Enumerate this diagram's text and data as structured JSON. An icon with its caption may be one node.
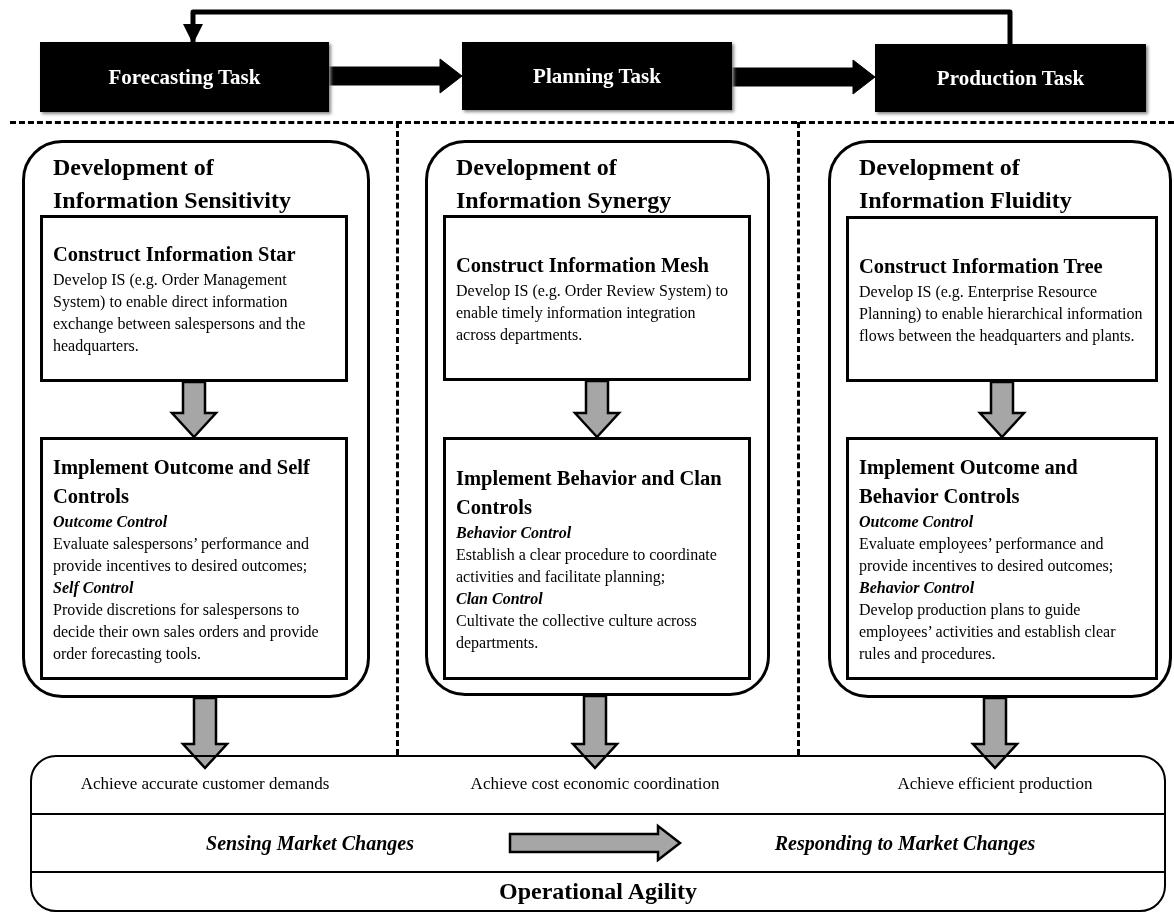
{
  "diagram": {
    "nodes": [
      {
        "text": [
          "Forecasting Task"
        ]
      },
      {
        "text": [
          "Planning Task"
        ]
      },
      {
        "text": [
          "Production Task"
        ]
      },
      {
        "text": [
          "Development of Information Sensitivity"
        ]
      },
      {
        "text": [
          "Construct Information Star",
          "Develop IS (e.g. Order Management System) to enable direct information exchange between salespersons and the headquarters."
        ],
        "in": 3
      },
      {
        "text": [
          "Implement Outcome and Self Controls",
          "Outcome Control",
          "Evaluate salespersons’ performance and provide incentives to desired outcomes;",
          "Self Control",
          "Provide discretions for salespersons to decide their own sales orders and provide order forecasting tools."
        ],
        "in": 3
      },
      {
        "text": [
          "Development of Information Synergy"
        ]
      },
      {
        "text": [
          "Construct Information Mesh",
          "Develop IS (e.g. Order Review System) to enable timely information integration across departments."
        ],
        "in": 6
      },
      {
        "text": [
          "Implement Behavior and Clan Controls",
          "Behavior Control",
          "Establish a clear procedure to coordinate activities and facilitate planning;",
          "Clan Control",
          "Cultivate the collective culture across departments."
        ],
        "in": 6
      },
      {
        "text": [
          "Development of Information Fluidity"
        ]
      },
      {
        "text": [
          "Construct Information Tree",
          "Develop IS (e.g. Enterprise Resource Planning) to enable hierarchical information flows between the headquarters and plants."
        ],
        "in": 9
      },
      {
        "text": [
          "Implement Outcome and Behavior Controls",
          "Outcome Control",
          "Evaluate employees’ performance and provide incentives to desired outcomes;",
          "Behavior Control",
          "Develop production plans to guide employees’ activities and establish clear rules and procedures."
        ],
        "in": 9
      },
      {
        "text": [
          "Operational Agility"
        ]
      },
      {
        "text": [
          "Achieve accurate customer demands"
        ],
        "in": 12
      },
      {
        "text": [
          "Achieve cost economic coordination"
        ],
        "in": 12
      },
      {
        "text": [
          "Achieve efficient production"
        ],
        "in": 12
      },
      {
        "text": [
          "Sensing Market Changes"
        ],
        "in": 12
      },
      {
        "text": [
          "Responding to Market Changes"
        ],
        "in": 12
      }
    ],
    "edges": [
      {
        "from": 2,
        "to": 0,
        "arrow": "to",
        "color": "#000000"
      },
      {
        "from": 0,
        "to": 1,
        "arrow": "to",
        "color": "#000000"
      },
      {
        "from": 1,
        "to": 2,
        "arrow": "to",
        "color": "#000000"
      },
      {
        "from": 4,
        "to": 5,
        "arrow": "to"
      },
      {
        "from": 7,
        "to": 8,
        "arrow": "to"
      },
      {
        "from": 10,
        "to": 11,
        "arrow": "to"
      },
      {
        "from": 3,
        "to": 13,
        "arrow": "to"
      },
      {
        "from": 6,
        "to": 14,
        "arrow": "to"
      },
      {
        "from": 9,
        "to": 15,
        "arrow": "to"
      },
      {
        "from": 16,
        "to": 17,
        "arrow": "to"
      }
    ]
  }
}
